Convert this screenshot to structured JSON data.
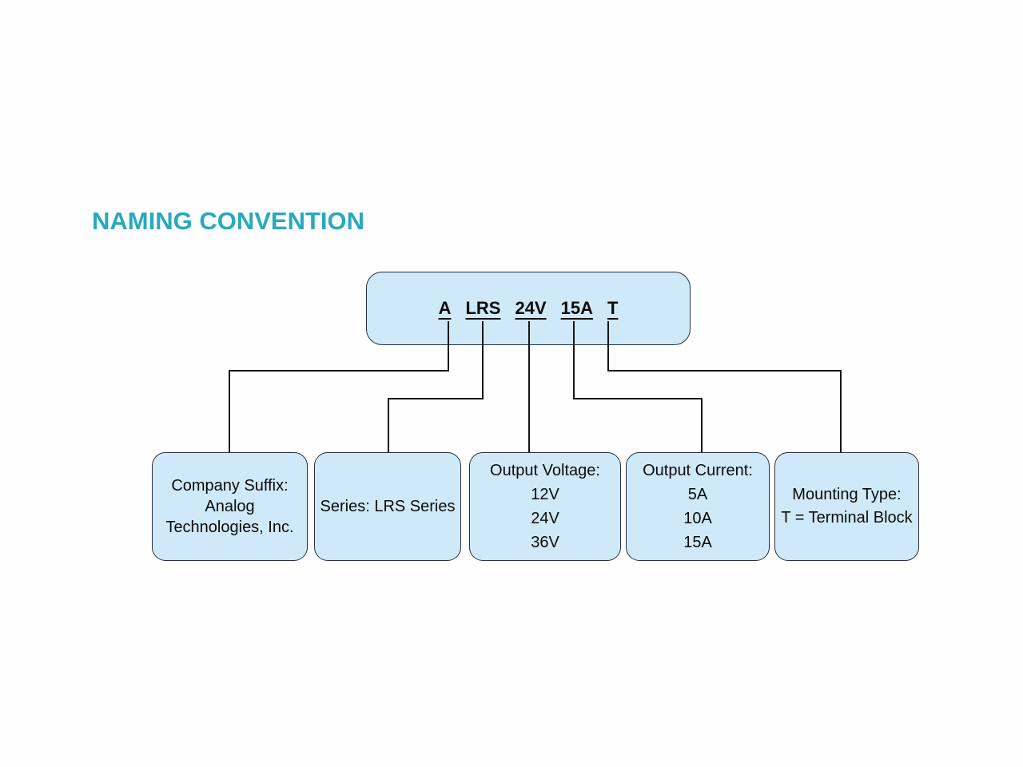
{
  "title": "NAMING CONVENTION",
  "colors": {
    "title_accent": "#2aa9bd",
    "box_fill": "#cfe9f9",
    "box_border": "#28303c",
    "connector_line": "#161616",
    "text": "#0b0b0b",
    "background": "#fefefe"
  },
  "model": {
    "full_code": "A LRS 24V 15A T",
    "parts": [
      "A",
      "LRS",
      "24V",
      "15A",
      "T"
    ]
  },
  "boxes": [
    {
      "id": "company-suffix",
      "lines": [
        "Company Suffix:",
        "Analog",
        "Technologies, Inc."
      ]
    },
    {
      "id": "series",
      "lines": [
        "Series: LRS Series"
      ]
    },
    {
      "id": "output-voltage",
      "lines": [
        "Output Voltage:",
        "12V",
        "24V",
        "36V"
      ]
    },
    {
      "id": "output-current",
      "lines": [
        "Output Current:",
        "5A",
        "10A",
        "15A"
      ]
    },
    {
      "id": "mounting-type",
      "lines": [
        "Mounting Type:",
        "T = Terminal Block"
      ]
    }
  ]
}
